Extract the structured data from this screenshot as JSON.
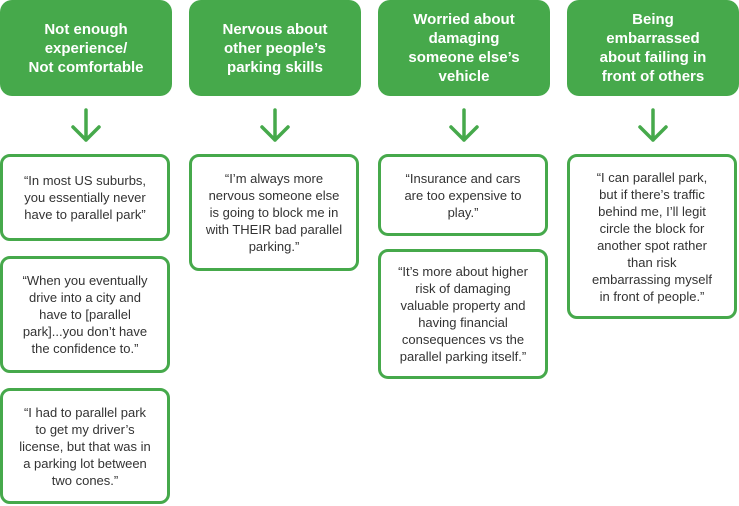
{
  "accent_color": "#46a94b",
  "columns": [
    {
      "header": "Not enough\nexperience/\nNot comfortable",
      "quotes": [
        "“In most US suburbs,\nyou essentially never\nhave to parallel park”",
        "“When you eventually\ndrive into a city and\nhave to [parallel\npark]...you don’t have\nthe confidence to.”",
        "“I had to parallel park\nto get my driver’s\nlicense, but that was in\na parking lot between\ntwo cones.”"
      ]
    },
    {
      "header": "Nervous about\nother people’s\nparking skills",
      "quotes": [
        "“I’m always more\nnervous someone else\nis going to block me in\nwith THEIR bad parallel\nparking.”"
      ]
    },
    {
      "header": "Worried about\ndamaging\nsomeone else’s\nvehicle",
      "quotes": [
        "“Insurance and cars\nare too expensive to\nplay.”",
        "“It’s more about higher\nrisk of damaging\nvaluable property and\nhaving financial\nconsequences vs the\nparallel parking itself.”"
      ]
    },
    {
      "header": "Being\nembarrassed\nabout failing in\nfront of others",
      "quotes": [
        "“I can parallel park,\nbut if there’s traffic\nbehind me, I’ll legit\ncircle the block for\nanother spot rather\nthan risk\nembarrassing myself\nin front of people.”"
      ]
    }
  ]
}
